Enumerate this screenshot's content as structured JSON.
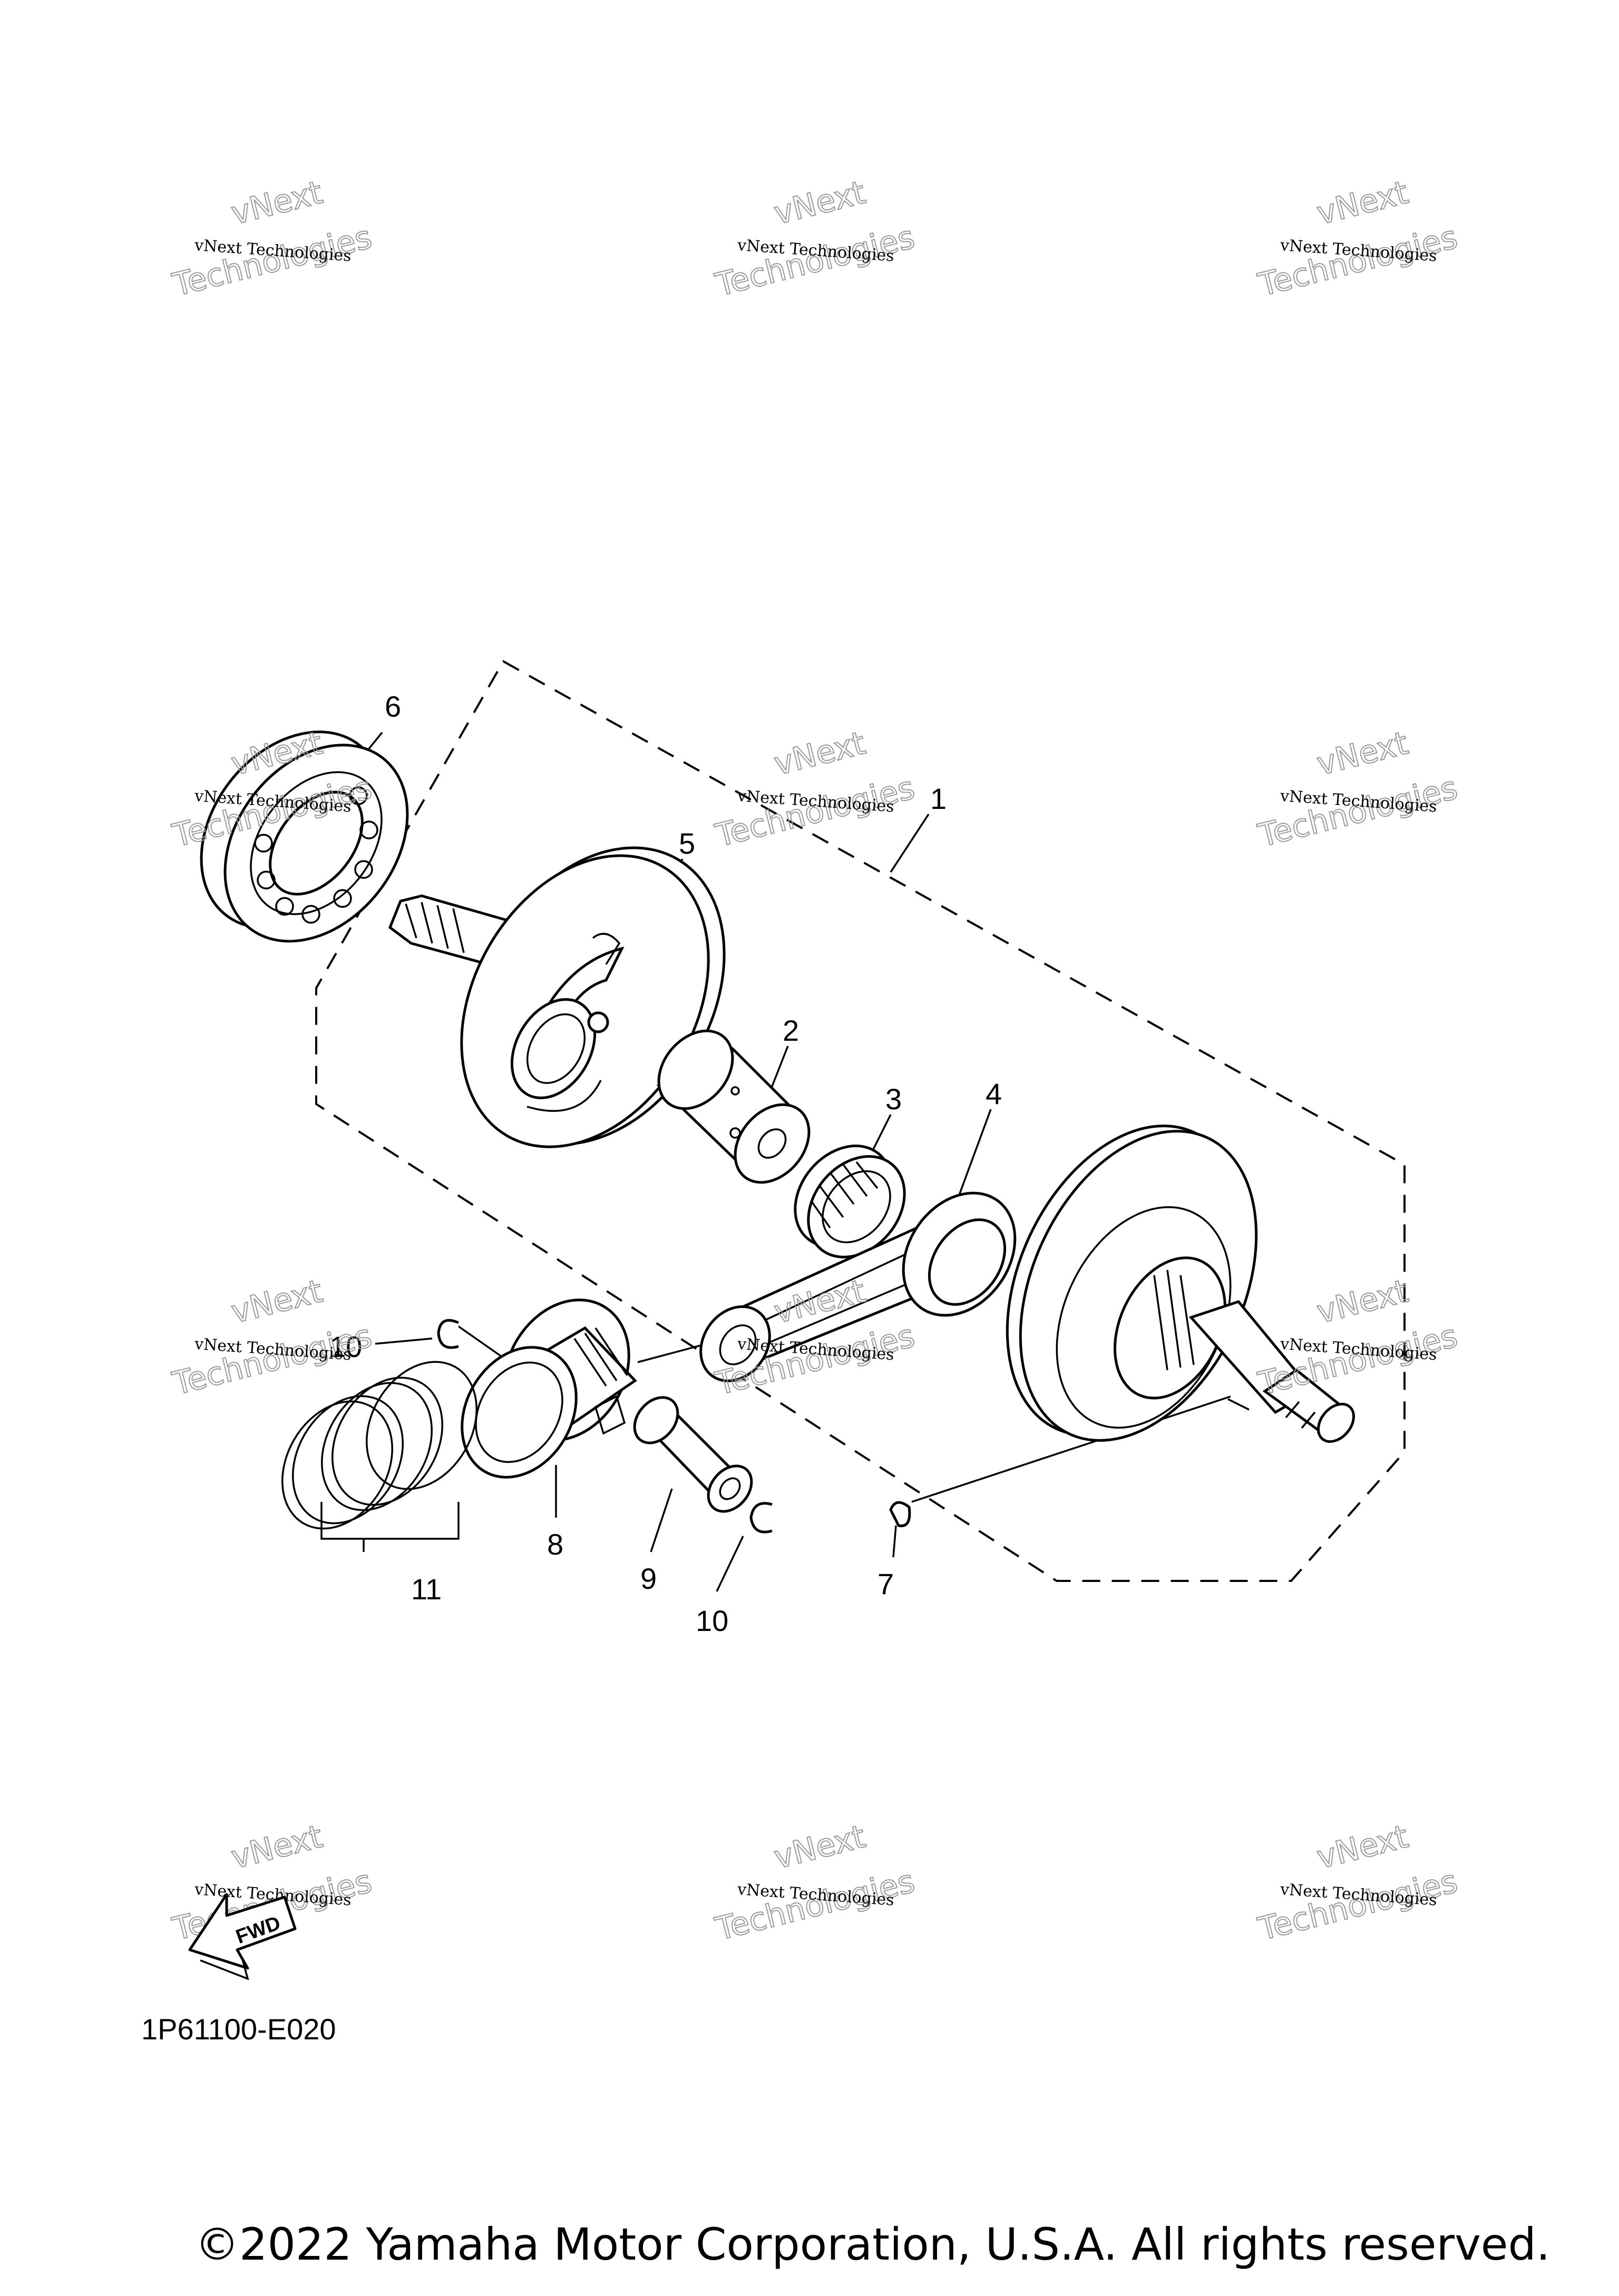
{
  "callouts": [
    {
      "id": "1",
      "label": "1"
    },
    {
      "id": "2",
      "label": "2"
    },
    {
      "id": "3",
      "label": "3"
    },
    {
      "id": "4",
      "label": "4"
    },
    {
      "id": "5",
      "label": "5"
    },
    {
      "id": "6",
      "label": "6"
    },
    {
      "id": "7",
      "label": "7"
    },
    {
      "id": "8",
      "label": "8"
    },
    {
      "id": "9",
      "label": "9"
    },
    {
      "id": "10a",
      "label": "10"
    },
    {
      "id": "10b",
      "label": "10"
    },
    {
      "id": "11",
      "label": "11"
    }
  ],
  "watermark": {
    "line1": "vNext Technologies",
    "line2": "vNext",
    "line3": "Technologies"
  },
  "fwd_arrow": {
    "label": "FWD"
  },
  "diagram_code": "1P61100-E020",
  "copyright": "©2022 Yamaha Motor Corporation, U.S.A. All rights reserved."
}
